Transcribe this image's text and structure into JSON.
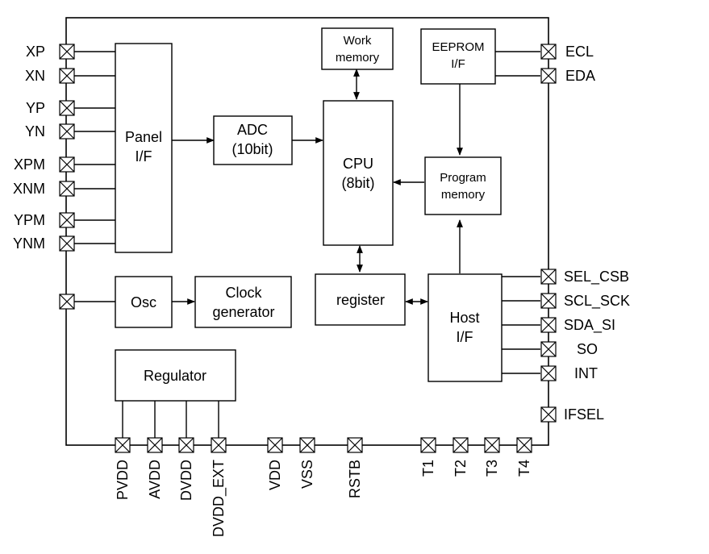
{
  "blocks": {
    "panel_if": [
      "Panel",
      "I/F"
    ],
    "adc": [
      "ADC",
      "(10bit)"
    ],
    "work_memory": [
      "Work",
      "memory"
    ],
    "cpu": [
      "CPU",
      "(8bit)"
    ],
    "eeprom_if": [
      "EEPROM",
      "I/F"
    ],
    "program_memory": [
      "Program",
      "memory"
    ],
    "osc": "Osc",
    "clock_generator": [
      "Clock",
      "generator"
    ],
    "register": "register",
    "host_if": [
      "Host",
      "I/F"
    ],
    "regulator": "Regulator"
  },
  "pins": {
    "left": [
      "XP",
      "XN",
      "YP",
      "YN",
      "XPM",
      "XNM",
      "YPM",
      "YNM"
    ],
    "right": [
      "ECL",
      "EDA",
      "SEL_CSB",
      "SCL_SCK",
      "SDA_SI",
      "SO",
      "INT",
      "IFSEL"
    ],
    "bottom": [
      "PVDD",
      "AVDD",
      "DVDD",
      "DVDD_EXT",
      "VDD",
      "VSS",
      "RSTB",
      "T1",
      "T2",
      "T3",
      "T4"
    ]
  }
}
